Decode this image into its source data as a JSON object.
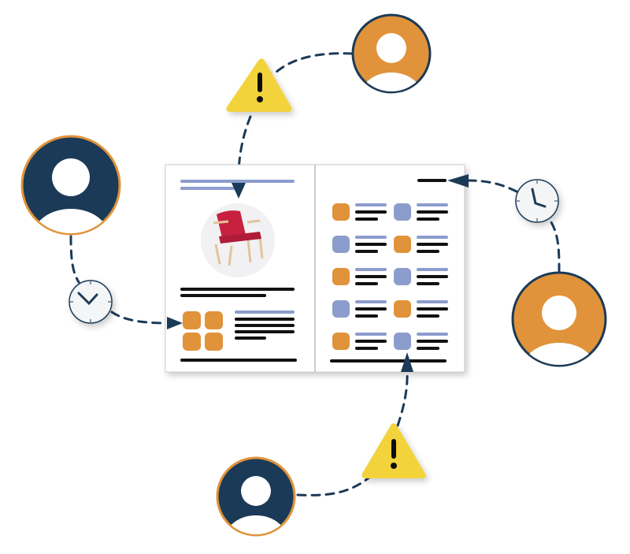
{
  "colors": {
    "navy": "#1b3a57",
    "orange": "#e0933a",
    "lavender": "#8c9ccc",
    "warning_yellow": "#f2d33a",
    "ink": "#111111",
    "page": "#ffffff",
    "chair_red": "#c8213f",
    "chair_wood": "#e2c49a"
  },
  "icons": [
    "user-avatar-icon",
    "warning-icon",
    "clock-icon",
    "catalog-document",
    "chair-image",
    "arrow-head-icon"
  ],
  "right_page_tiles": [
    "orange",
    "lavender",
    "lavender",
    "orange",
    "orange",
    "lavender",
    "lavender",
    "orange",
    "orange",
    "lavender"
  ]
}
